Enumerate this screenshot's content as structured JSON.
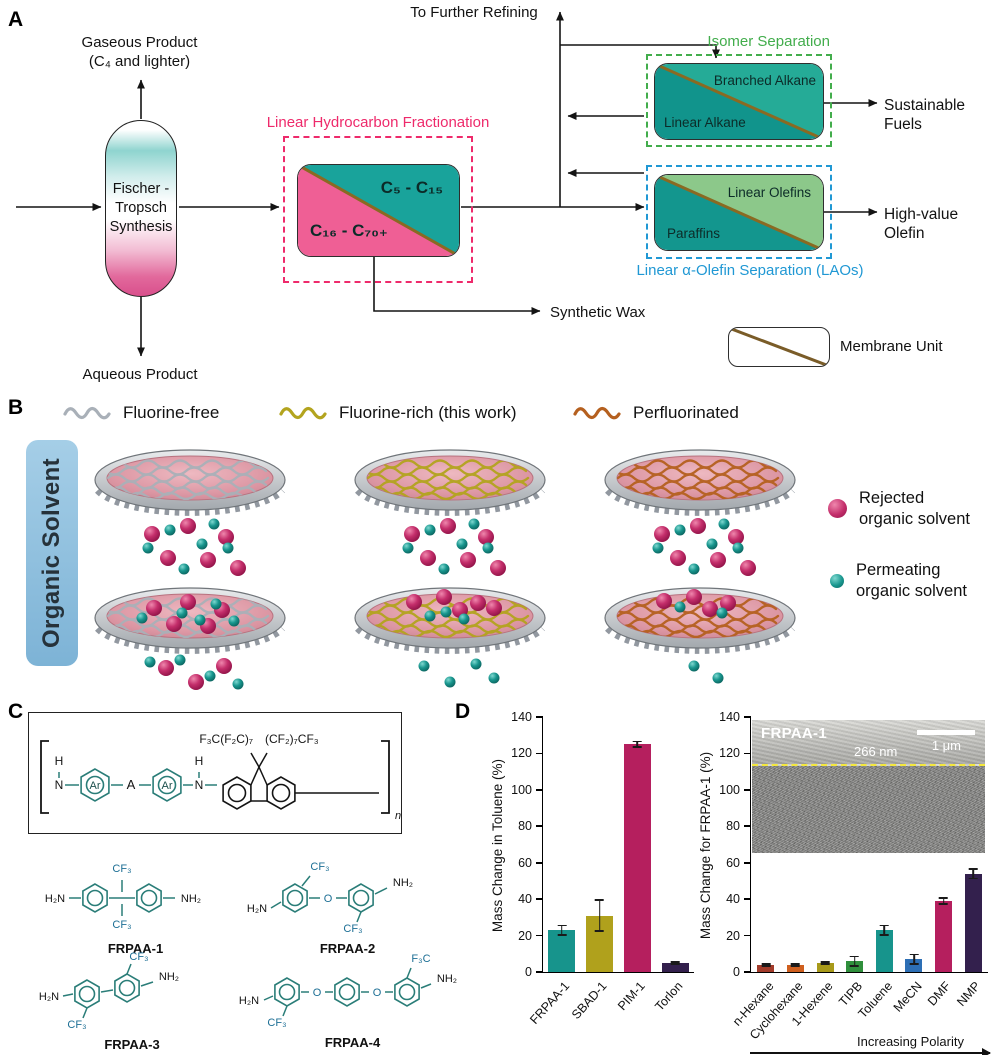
{
  "panelA": {
    "label": "A",
    "gaseous_line1": "Gaseous Product",
    "gaseous_line2": "(C₄ and lighter)",
    "reactor": "Fischer - Tropsch Synthesis",
    "aqueous": "Aqueous Product",
    "to_further_refining": "To Further Refining",
    "fractionation_title": "Linear Hydrocarbon Fractionation",
    "fraction_top": "C₅ - C₁₅",
    "fraction_bottom": "C₁₆ - C₇₀₊",
    "synthetic_wax": "Synthetic Wax",
    "isomer_title": "Isomer Separation",
    "isomer_top": "Branched Alkane",
    "isomer_bottom": "Linear Alkane",
    "sustainable_fuels": "Sustainable Fuels",
    "lao_top": "Linear Olefins",
    "lao_bottom": "Paraffins",
    "high_value_olefin": "High-value Olefin",
    "lao_title": "Linear α-Olefin Separation (LAOs)",
    "membrane_unit": "Membrane Unit"
  },
  "panelB": {
    "label": "B",
    "legend": [
      "Fluorine-free",
      "Fluorine-rich (this work)",
      "Perfluorinated"
    ],
    "side_label": "Organic Solvent",
    "rejected": "Rejected organic solvent",
    "permeating": "Permeating organic solvent",
    "colors": {
      "fluorine_free": "#a9b0b8",
      "fluorine_rich": "#b3a41e",
      "perfluorinated": "#b5601f",
      "rejected": "#c42e6b",
      "permeating": "#18968e"
    }
  },
  "panelC": {
    "label": "C",
    "chain_left": "F₃C(F₂C)₇",
    "chain_right": "(CF₂)₇CF₃",
    "atom_n": "N",
    "atom_h": "H",
    "ar": "Ar",
    "linker": "A",
    "repeat": "n",
    "monomers": [
      {
        "name": "FRPAA-1",
        "amine_l": "H₂N",
        "amine_r": "NH₂",
        "sub1": "CF₃",
        "sub2": "CF₃"
      },
      {
        "name": "FRPAA-2",
        "amine_l": "H₂N",
        "amine_r": "NH₂",
        "sub1": "CF₃",
        "sub2": "CF₃",
        "bridge1": "O"
      },
      {
        "name": "FRPAA-3",
        "amine_l": "H₂N",
        "amine_r": "NH₂",
        "sub1": "CF₃",
        "sub2": "CF₃"
      },
      {
        "name": "FRPAA-4",
        "amine_l": "H₂N",
        "amine_r": "NH₂",
        "sub1": "CF₃",
        "sub2": "F₃C",
        "bridge1": "O",
        "bridge2": "O"
      }
    ]
  },
  "panelD": {
    "label": "D"
  },
  "chart_data": [
    {
      "type": "bar",
      "ylabel": "Mass Change in Toluene (%)",
      "ylim": [
        0,
        140
      ],
      "yticks": [
        0,
        20,
        40,
        60,
        80,
        100,
        120,
        140
      ],
      "categories": [
        "FRPAA-1",
        "SBAD-1",
        "PIM-1",
        "Torlon"
      ],
      "values": [
        23,
        31,
        125,
        5
      ],
      "errors": [
        3,
        9,
        2,
        1
      ],
      "colors": [
        "#17948c",
        "#b0a11c",
        "#b51f5e",
        "#33204d"
      ],
      "grid": false,
      "legend": "none"
    },
    {
      "type": "bar",
      "ylabel": "Mass Change for FRPAA-1 (%)",
      "xlabel": "Increasing Polarity",
      "ylim": [
        0,
        140
      ],
      "yticks": [
        0,
        20,
        40,
        60,
        80,
        100,
        120,
        140
      ],
      "categories": [
        "n-Hexane",
        "Cyclohexane",
        "1-Hexene",
        "TIPB",
        "Toluene",
        "MeCN",
        "DMF",
        "NMP"
      ],
      "values": [
        4,
        4,
        5,
        6,
        23,
        7,
        39,
        54
      ],
      "errors": [
        1,
        1,
        1,
        3,
        3,
        3,
        2,
        3
      ],
      "colors": [
        "#a23b2a",
        "#cf5f1e",
        "#a89a1a",
        "#2f8f3c",
        "#17948c",
        "#2d6fb5",
        "#b51f5e",
        "#33204d"
      ],
      "grid": false,
      "legend": "none",
      "inset": {
        "label": "FRPAA-1",
        "thickness": "266 nm",
        "scalebar": "1 μm"
      }
    }
  ]
}
